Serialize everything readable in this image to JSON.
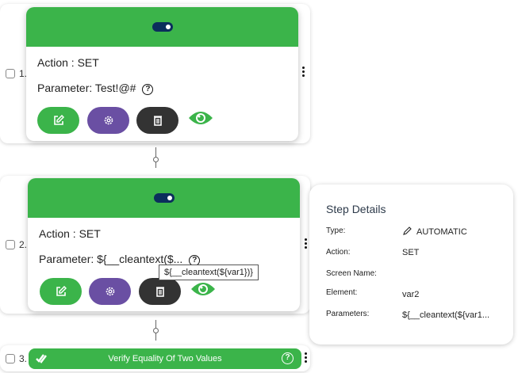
{
  "steps": [
    {
      "number": "1.",
      "action": "Action : SET",
      "parameter": "Parameter: Test!@#"
    },
    {
      "number": "2.",
      "action": "Action : SET",
      "parameter": "Parameter: ${__cleantext($...",
      "tooltip": "${__cleantext(${var1})}"
    },
    {
      "number": "3.",
      "title": "Verify Equality Of Two Values"
    }
  ],
  "details": {
    "title": "Step Details",
    "rows": [
      {
        "label": "Type:",
        "value": "AUTOMATIC"
      },
      {
        "label": "Action:",
        "value": "SET"
      },
      {
        "label": "Screen Name:",
        "value": ""
      },
      {
        "label": "Element:",
        "value": "var2"
      },
      {
        "label": "Parameters:",
        "value": "${__cleantext(${var1..."
      }
    ]
  },
  "icons": {
    "help": "?"
  },
  "colors": {
    "green": "#3bb44a",
    "purple": "#6a4fa3",
    "dark": "#333333",
    "toggle": "#0b2e5c"
  }
}
